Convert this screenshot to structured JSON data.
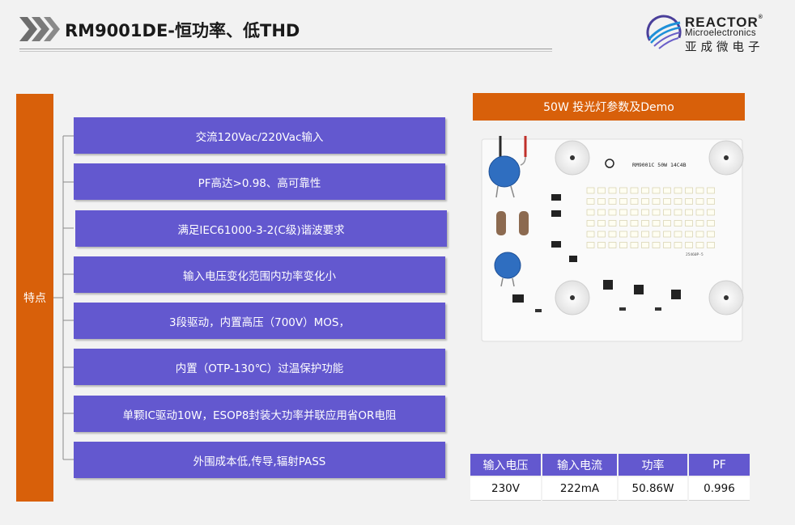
{
  "header": {
    "title": "RM9001DE-恒功率、低THD"
  },
  "logo": {
    "name": "REACTOR",
    "registered": "®",
    "subtitle": "Microelectronics",
    "cn_name": "亚成微电子"
  },
  "features": {
    "tag": "特点",
    "items": [
      "交流120Vac/220Vac输入",
      "PF高达>0.98、高可靠性",
      "满足IEC61000-3-2(C级)谐波要求",
      "输入电压变化范围内功率变化小",
      "3段驱动，内置高压（700V）MOS，",
      "内置（OTP-130℃）过温保护功能",
      "单颗IC驱动10W，ESOP8封装大功率并联应用省OR电阻",
      "外围成本低,传导,辐射PASS"
    ]
  },
  "demo": {
    "header": "50W  投光灯参数及Demo",
    "board_label": "RM9001C  50W  14C4B",
    "board_code": "25460P-5"
  },
  "params": {
    "columns": [
      "输入电压",
      "输入电流",
      "功率",
      "PF"
    ],
    "rows": [
      [
        "230V",
        "222mA",
        "50.86W",
        "0.996"
      ]
    ]
  },
  "colors": {
    "accent_orange": "#d8600a",
    "accent_purple": "#6358cf"
  }
}
